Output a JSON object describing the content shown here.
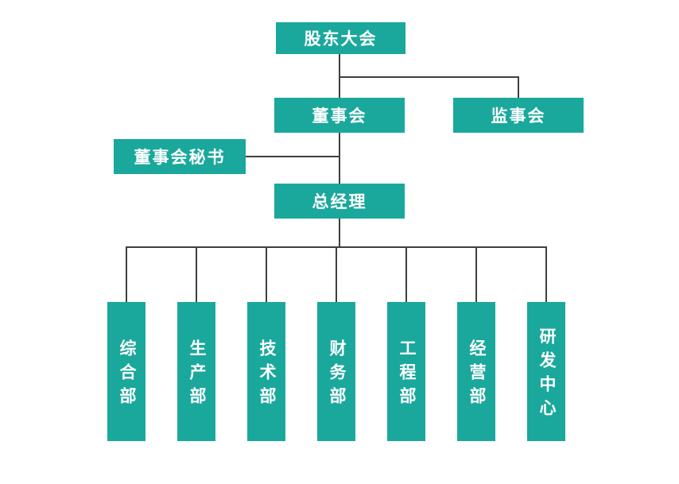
{
  "org_chart": {
    "accent_color": "#1AA89C",
    "line_color": "#3f3f3f",
    "nodes": {
      "shareholders": "股东大会",
      "board": "董事会",
      "supervisors": "监事会",
      "board_secretary": "董事会秘书",
      "general_manager": "总经理"
    },
    "departments": [
      "综合部",
      "生产部",
      "技术部",
      "财务部",
      "工程部",
      "经营部",
      "研发中心"
    ]
  }
}
